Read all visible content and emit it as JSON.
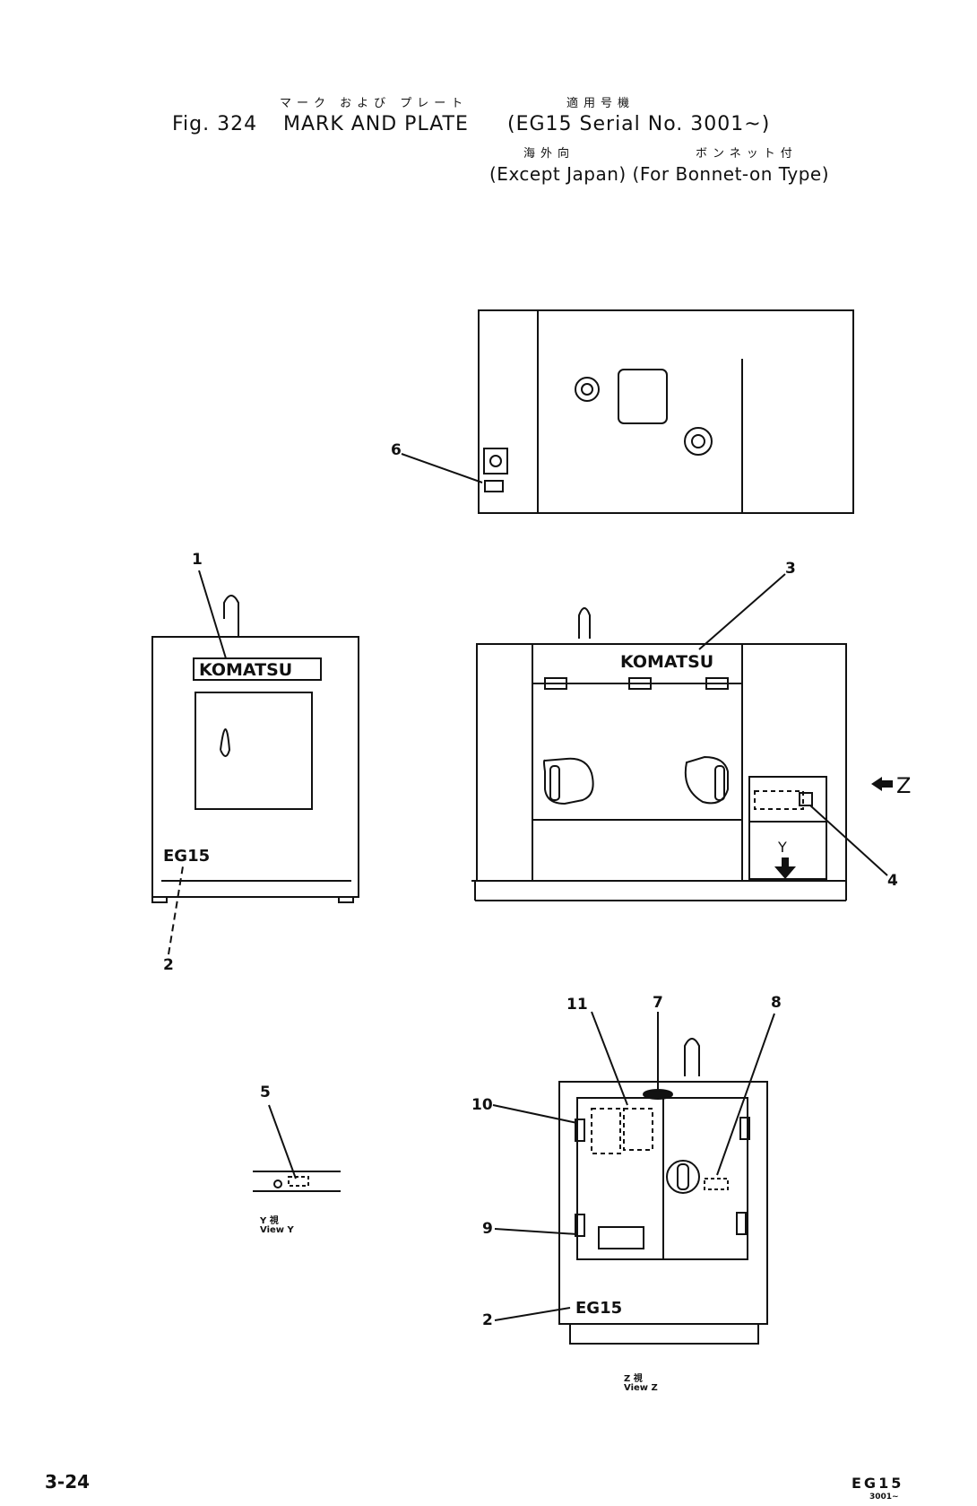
{
  "header": {
    "jp_line1": "マーク および プレート",
    "jp_serial": "適用号機",
    "fig_label": "Fig. 324",
    "title": "MARK AND PLATE",
    "serial": "(EG15 Serial No. 3001~)",
    "jp_line3a": "海外向",
    "jp_line3b": "ボンネット付",
    "subtitle": "(Except Japan) (For Bonnet-on Type)"
  },
  "callouts": [
    "1",
    "2",
    "3",
    "4",
    "5",
    "6",
    "7",
    "8",
    "9",
    "10",
    "11"
  ],
  "markings": {
    "komatsu": "KOMATSU",
    "model": "EG15",
    "view_y_arrow": "Y",
    "view_z_arrow": "Z"
  },
  "views": {
    "view_y_jp": "Y 視",
    "view_y": "View Y",
    "view_z_jp": "Z 視",
    "view_z": "View Z"
  },
  "footer": {
    "page": "3-24",
    "model": "EG15",
    "serial": "3001~"
  }
}
